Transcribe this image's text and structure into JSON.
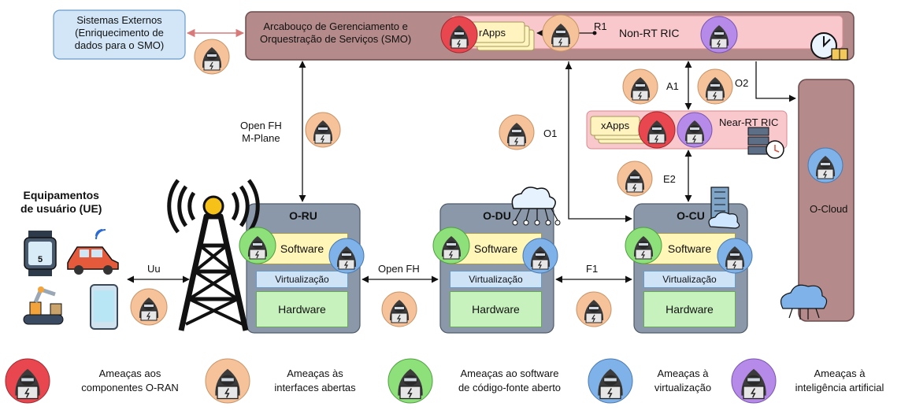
{
  "external": {
    "lines": [
      "Sistemas Externos",
      "(Enriquecimento de",
      "dados para o SMO)"
    ]
  },
  "smo": {
    "lines": [
      "Arcabouço de Gerenciamento e",
      "Orquestração de Serviços (SMO)"
    ]
  },
  "rapps": "rApps",
  "r1": "R1",
  "nonrt": "Non-RT RIC",
  "a1": "A1",
  "o2": "O2",
  "o1": "O1",
  "e2": "E2",
  "xapps": "xApps",
  "nearrt": "Near-RT RIC",
  "openfh_mplane": {
    "lines": [
      "Open FH",
      "M-Plane"
    ]
  },
  "ue": {
    "lines": [
      "Equipamentos",
      "de usuário (UE)"
    ]
  },
  "uu": "Uu",
  "openfh": "Open FH",
  "f1": "F1",
  "ocloud": "O-Cloud",
  "units": [
    {
      "title": "O-RU",
      "software": "Software",
      "virt": "Virtualização",
      "hardware": "Hardware"
    },
    {
      "title": "O-DU",
      "software": "Software",
      "virt": "Virtualização",
      "hardware": "Hardware"
    },
    {
      "title": "O-CU",
      "software": "Software",
      "virt": "Virtualização",
      "hardware": "Hardware"
    }
  ],
  "legend": [
    {
      "color": "#e8474f",
      "lines": [
        "Ameaças aos",
        "componentes O-RAN"
      ]
    },
    {
      "color": "#f5c29a",
      "lines": [
        "Ameaças às",
        "interfaces abertas"
      ]
    },
    {
      "color": "#8ee07a",
      "lines": [
        "Ameaças ao software",
        "de código-fonte aberto"
      ]
    },
    {
      "color": "#7fb2e8",
      "lines": [
        "Ameaças à",
        "virtualização"
      ]
    },
    {
      "color": "#b58ae8",
      "lines": [
        "Ameaças à",
        "inteligência artificial"
      ]
    }
  ]
}
